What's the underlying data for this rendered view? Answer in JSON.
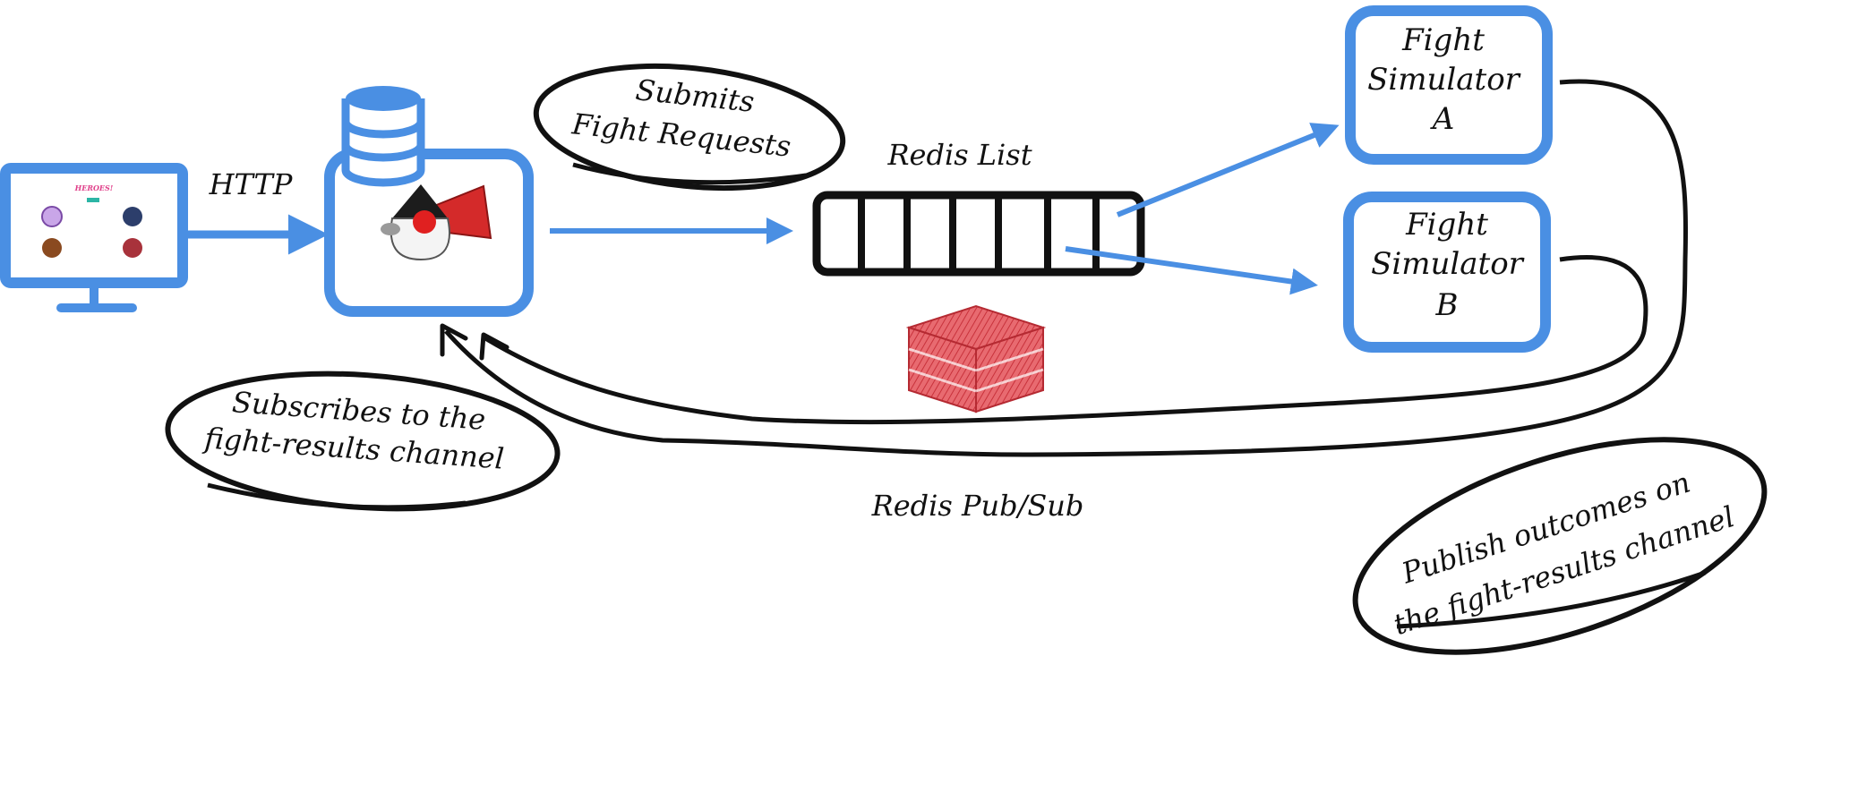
{
  "colors": {
    "accent": "#4a8fe3",
    "ink": "#111111",
    "redis": "#d9414b",
    "background": "#ffffff"
  },
  "diagram": {
    "client": {
      "icon": "monitor-icon",
      "screen_title": "HEROES!"
    },
    "http_label": "HTTP",
    "service": {
      "icons": [
        "database-icon",
        "java-duke-hero-icon"
      ]
    },
    "submit_bubble": {
      "line1": "Submits",
      "line2": "Fight Requests"
    },
    "redis_list_label": "Redis List",
    "redis_icon": "redis-logo-icon",
    "simulator_a": {
      "line1": "Fight",
      "line2": "Simulator",
      "line3": "A"
    },
    "simulator_b": {
      "line1": "Fight",
      "line2": "Simulator",
      "line3": "B"
    },
    "subscribe_bubble": {
      "line1": "Subscribes to the",
      "line2": "fight-results channel"
    },
    "pubsub_label": "Redis Pub/Sub",
    "publish_bubble": {
      "line1": "Publish outcomes on",
      "line2": "the fight-results channel"
    }
  }
}
